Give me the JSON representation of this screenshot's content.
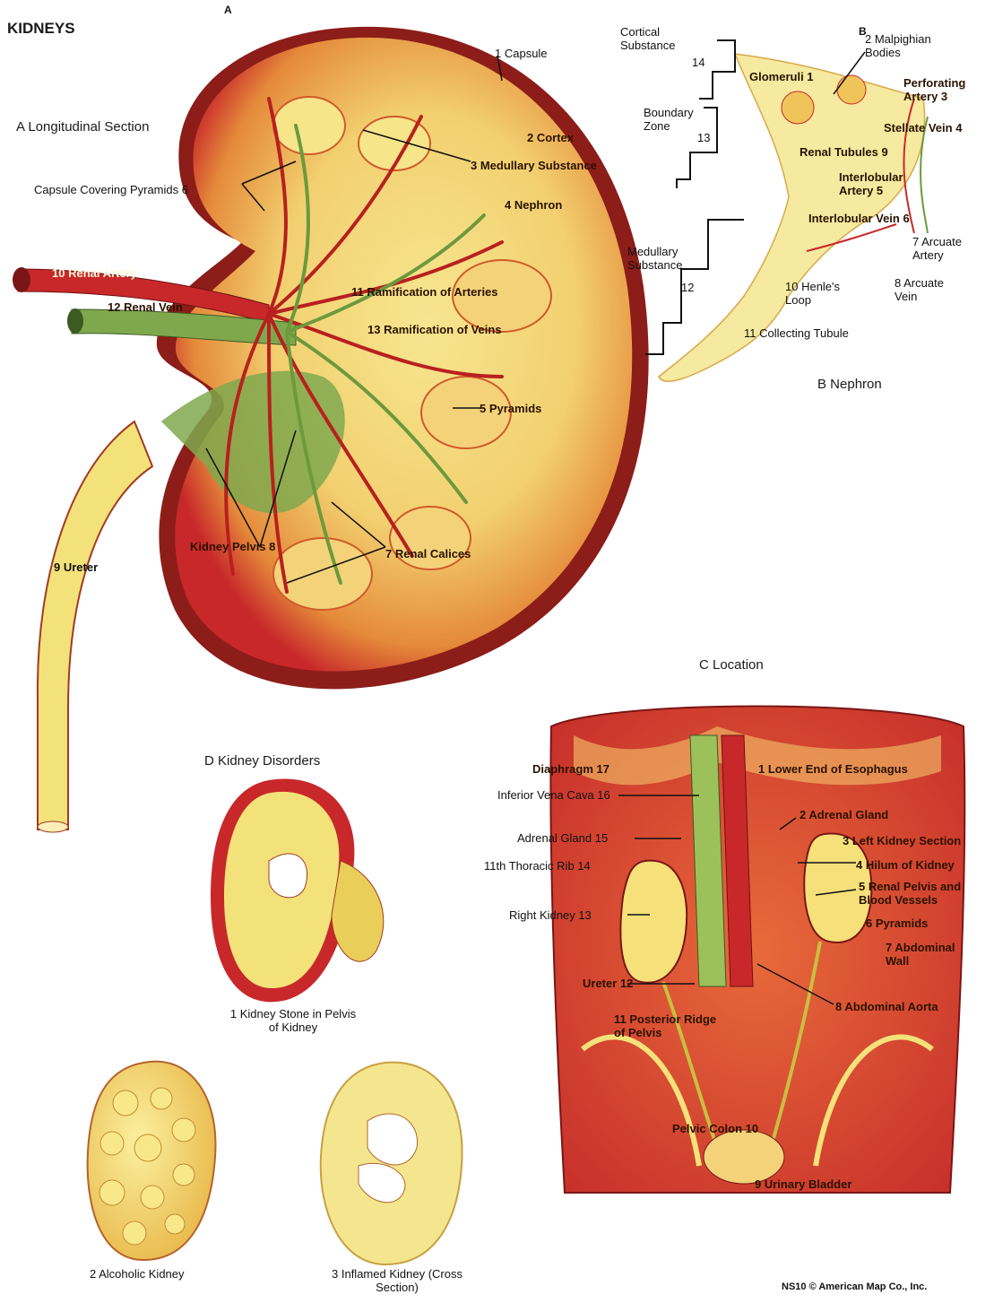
{
  "title": "KIDNEYS",
  "letters": {
    "a": "A",
    "b": "B"
  },
  "colors": {
    "red": "#c8282a",
    "orange": "#e56a2c",
    "yellow": "#f3e27a",
    "green": "#7fa84d",
    "dark": "#7a1616"
  },
  "panel_a": {
    "title": "A Longitudinal Section",
    "labels": [
      "1 Capsule",
      "2 Cortex",
      "3 Medullary Substance",
      "4 Nephron",
      "Capsule Covering Pyramids 6",
      "10 Renal Artery",
      "12 Renal Vein",
      "11 Ramification of Arteries",
      "13 Ramification of Veins",
      "5 Pyramids",
      "Kidney Pelvis 8",
      "7 Renal Calices",
      "9 Ureter"
    ]
  },
  "panel_b": {
    "title": "B Nephron",
    "labels": [
      "Cortical Substance",
      "14",
      "Boundary Zone",
      "13",
      "Medullary Substance",
      "12",
      "2 Malpighian Bodies",
      "Glomeruli 1",
      "Perforating Artery 3",
      "Stellate Vein 4",
      "Renal Tubules 9",
      "Interlobular Artery 5",
      "Interlobular Vein 6",
      "7 Arcuate Artery",
      "8 Arcuate Vein",
      "10 Henle's Loop",
      "11 Collecting Tubule"
    ]
  },
  "panel_c": {
    "title": "C Location",
    "labels": [
      "Diaphragm 17",
      "Inferior Vena Cava 16",
      "Adrenal Gland 15",
      "11th Thoracic Rib 14",
      "Right Kidney 13",
      "Ureter 12",
      "11 Posterior Ridge of Pelvis",
      "Pelvic Colon 10",
      "9 Urinary Bladder",
      "1 Lower End of Esophagus",
      "2 Adrenal Gland",
      "3 Left Kidney Section",
      "4 Hilum of Kidney",
      "5 Renal Pelvis and Blood Vessels",
      "6 Pyramids",
      "7 Abdominal Wall",
      "8 Abdominal Aorta"
    ]
  },
  "panel_d": {
    "title": "D Kidney Disorders",
    "labels": [
      "1 Kidney Stone in Pelvis of Kidney",
      "2 Alcoholic Kidney",
      "3 Inflamed Kidney (Cross Section)"
    ]
  },
  "credit": "NS10 © American Map Co., Inc."
}
